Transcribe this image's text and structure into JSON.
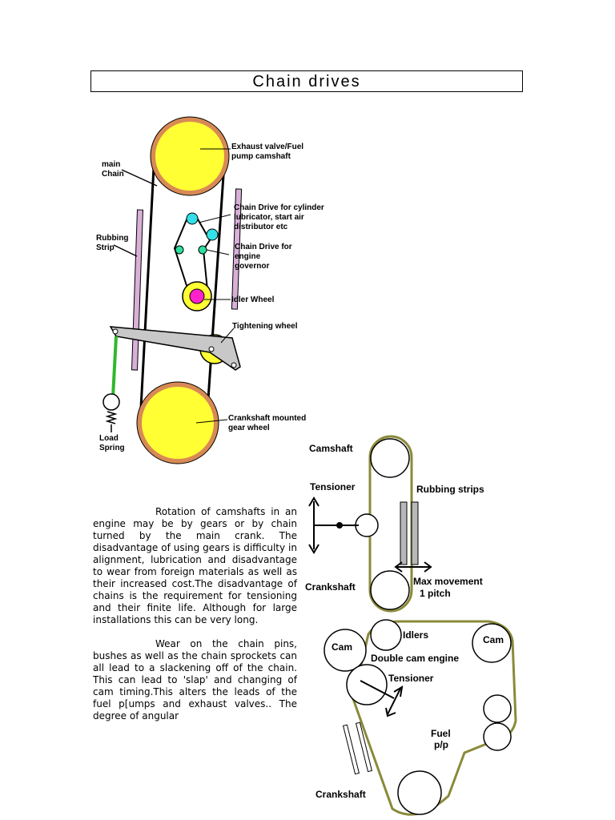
{
  "page": {
    "title": "Chain drives",
    "paragraphs": [
      "Rotation of camshafts in an engine may be by gears or by chain turned by the main crank. The disadvantage of using gears is difficulty in alignment, lubrication and disadvantage to wear from foreign materials as well as their increased cost.The disadvantage of chains is the requirement for tensioning and their finite life. Although for large installations this can be very long.",
      "Wear on the chain pins, bushes as well as the chain sprockets can all lead to a slackening off of the chain. This can lead to 'slap' and changing of cam timing.This alters the leads of the fuel p[umps and exhaust valves.. The degree of angular"
    ]
  },
  "figure1": {
    "labels": {
      "exhaust_1": "Exhaust valve/Fuel",
      "exhaust_2": "pump camshaft",
      "main_1": "main",
      "main_2": "Chain",
      "lub_1": "Chain Drive for cylinder",
      "lub_2": "lubricator, start air",
      "lub_3": "distributor etc",
      "rub_1": "Rubbing",
      "rub_2": "Strip",
      "gov_1": "Chain Drive for",
      "gov_2": "engine",
      "gov_3": "governor",
      "idler": "Idler Wheel",
      "tight": "Tightening wheel",
      "crank_1": "Crankshaft mounted",
      "crank_2": "gear wheel",
      "load_1": "Load",
      "load_2": "Spring"
    },
    "colors": {
      "gear_fill": "#ffff33",
      "gear_rim": "#d88a55",
      "cyan": "#33e0e8",
      "green": "#2ee0a0",
      "magenta": "#ff22cc",
      "strip": "#d8b0d8",
      "lever": "#c8c8c8",
      "spring": "#2eb82e"
    }
  },
  "figure2": {
    "labels": {
      "camshaft": "Camshaft",
      "tensioner": "Tensioner",
      "rubbing": "Rubbing strips",
      "crankshaft": "Crankshaft",
      "maxmove_1": "Max movement",
      "maxmove_2": "1 pitch"
    },
    "colors": {
      "chain": "#8a8a3a",
      "strip": "#b8b8b8"
    }
  },
  "figure3": {
    "labels": {
      "cam_left": "Cam",
      "idlers": "Idlers",
      "cam_right": "Cam",
      "double": "Double cam engine",
      "tensioner": "Tensioner",
      "fuel_1": "Fuel",
      "fuel_2": "p/p",
      "crankshaft": "Crankshaft"
    },
    "colors": {
      "chain": "#8a8a3a"
    }
  }
}
